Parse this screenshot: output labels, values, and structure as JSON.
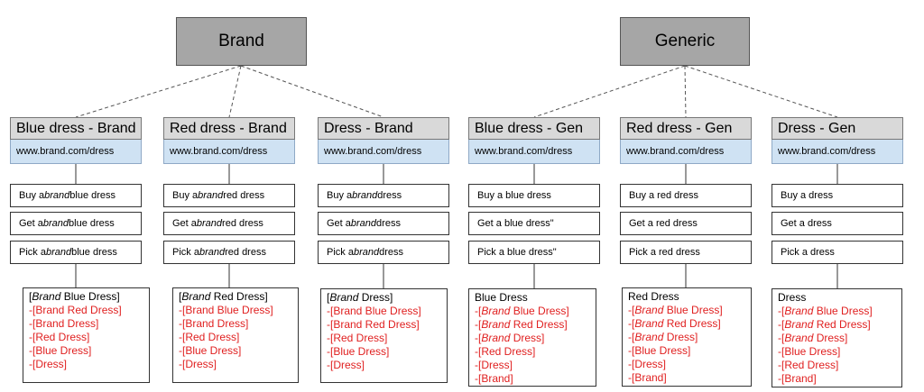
{
  "roots": [
    {
      "label": "Brand"
    },
    {
      "label": "Generic"
    }
  ],
  "columns": [
    {
      "title": "Blue dress - Brand",
      "url": "www.brand.com/dress",
      "ads": [
        [
          {
            "t": "Buy a "
          },
          {
            "t": "brand",
            "i": true
          },
          {
            "t": " blue dress"
          }
        ],
        [
          {
            "t": "Get a "
          },
          {
            "t": "brand",
            "i": true
          },
          {
            "t": " blue dress"
          }
        ],
        [
          {
            "t": "Pick a "
          },
          {
            "t": "brand",
            "i": true
          },
          {
            "t": " blue dress"
          }
        ]
      ],
      "keywords": [
        [
          {
            "t": "["
          },
          {
            "t": "Brand",
            "i": true
          },
          {
            "t": " Blue Dress]"
          }
        ],
        [
          {
            "t": "-[Brand Red Dress]",
            "neg": true
          }
        ],
        [
          {
            "t": "-[Brand Dress]",
            "neg": true
          }
        ],
        [
          {
            "t": "-[Red Dress]",
            "neg": true
          }
        ],
        [
          {
            "t": "-[Blue Dress]",
            "neg": true
          }
        ],
        [
          {
            "t": "-[Dress]",
            "neg": true
          }
        ]
      ]
    },
    {
      "title": "Red dress - Brand",
      "url": "www.brand.com/dress",
      "ads": [
        [
          {
            "t": "Buy a "
          },
          {
            "t": "brand",
            "i": true
          },
          {
            "t": " red dress"
          }
        ],
        [
          {
            "t": "Get a "
          },
          {
            "t": "brand",
            "i": true
          },
          {
            "t": " red dress"
          }
        ],
        [
          {
            "t": "Pick a "
          },
          {
            "t": "brand",
            "i": true
          },
          {
            "t": " red dress"
          }
        ]
      ],
      "keywords": [
        [
          {
            "t": "["
          },
          {
            "t": "Brand",
            "i": true
          },
          {
            "t": " Red Dress]"
          }
        ],
        [
          {
            "t": "-[Brand Blue Dress]",
            "neg": true
          }
        ],
        [
          {
            "t": "-[Brand Dress]",
            "neg": true
          }
        ],
        [
          {
            "t": "-[Red Dress]",
            "neg": true
          }
        ],
        [
          {
            "t": "-[Blue Dress]",
            "neg": true
          }
        ],
        [
          {
            "t": "-[Dress]",
            "neg": true
          }
        ]
      ]
    },
    {
      "title": "Dress - Brand",
      "url": "www.brand.com/dress",
      "ads": [
        [
          {
            "t": "Buy a "
          },
          {
            "t": "brand",
            "i": true
          },
          {
            "t": " dress"
          }
        ],
        [
          {
            "t": "Get a "
          },
          {
            "t": "brand",
            "i": true
          },
          {
            "t": " dress"
          }
        ],
        [
          {
            "t": "Pick a "
          },
          {
            "t": "brand",
            "i": true
          },
          {
            "t": " dress"
          }
        ]
      ],
      "keywords": [
        [
          {
            "t": "["
          },
          {
            "t": "Brand",
            "i": true
          },
          {
            "t": " Dress]"
          }
        ],
        [
          {
            "t": "-[Brand Blue Dress]",
            "neg": true
          }
        ],
        [
          {
            "t": "-[Brand Red Dress]",
            "neg": true
          }
        ],
        [
          {
            "t": "-[Red Dress]",
            "neg": true
          }
        ],
        [
          {
            "t": "-[Blue Dress]",
            "neg": true
          }
        ],
        [
          {
            "t": "-[Dress]",
            "neg": true
          }
        ]
      ]
    },
    {
      "title": "Blue dress - Gen",
      "url": "www.brand.com/dress",
      "ads": [
        [
          {
            "t": "Buy a blue dress"
          }
        ],
        [
          {
            "t": "Get a blue dress\""
          }
        ],
        [
          {
            "t": "Pick a blue dress\""
          }
        ]
      ],
      "keywords": [
        [
          {
            "t": "Blue Dress"
          }
        ],
        [
          {
            "t": "-[",
            "neg": true
          },
          {
            "t": "Brand",
            "i": true,
            "neg": true
          },
          {
            "t": " Blue Dress]",
            "neg": true
          }
        ],
        [
          {
            "t": "-[",
            "neg": true
          },
          {
            "t": "Brand",
            "i": true,
            "neg": true
          },
          {
            "t": " Red Dress]",
            "neg": true
          }
        ],
        [
          {
            "t": "-[",
            "neg": true
          },
          {
            "t": "Brand",
            "i": true,
            "neg": true
          },
          {
            "t": " Dress]",
            "neg": true
          }
        ],
        [
          {
            "t": "-[Red Dress]",
            "neg": true
          }
        ],
        [
          {
            "t": "-[Dress]",
            "neg": true
          }
        ],
        [
          {
            "t": "-[Brand]",
            "neg": true
          }
        ]
      ]
    },
    {
      "title": "Red dress - Gen",
      "url": "www.brand.com/dress",
      "ads": [
        [
          {
            "t": "Buy a red dress"
          }
        ],
        [
          {
            "t": "Get a red dress"
          }
        ],
        [
          {
            "t": "Pick a red dress"
          }
        ]
      ],
      "keywords": [
        [
          {
            "t": "Red Dress"
          }
        ],
        [
          {
            "t": "-[",
            "neg": true
          },
          {
            "t": "Brand",
            "i": true,
            "neg": true
          },
          {
            "t": " Blue Dress]",
            "neg": true
          }
        ],
        [
          {
            "t": "-[",
            "neg": true
          },
          {
            "t": "Brand",
            "i": true,
            "neg": true
          },
          {
            "t": " Red Dress]",
            "neg": true
          }
        ],
        [
          {
            "t": "-[",
            "neg": true
          },
          {
            "t": "Brand",
            "i": true,
            "neg": true
          },
          {
            "t": " Dress]",
            "neg": true
          }
        ],
        [
          {
            "t": "-[Blue Dress]",
            "neg": true
          }
        ],
        [
          {
            "t": "-[Dress]",
            "neg": true
          }
        ],
        [
          {
            "t": "-[Brand]",
            "neg": true
          }
        ]
      ]
    },
    {
      "title": "Dress - Gen",
      "url": "www.brand.com/dress",
      "ads": [
        [
          {
            "t": "Buy a dress"
          }
        ],
        [
          {
            "t": "Get a dress"
          }
        ],
        [
          {
            "t": "Pick a dress"
          }
        ]
      ],
      "keywords": [
        [
          {
            "t": "Dress"
          }
        ],
        [
          {
            "t": "-[",
            "neg": true
          },
          {
            "t": "Brand",
            "i": true,
            "neg": true
          },
          {
            "t": " Blue Dress]",
            "neg": true
          }
        ],
        [
          {
            "t": "-[",
            "neg": true
          },
          {
            "t": "Brand",
            "i": true,
            "neg": true
          },
          {
            "t": " Red Dress]",
            "neg": true
          }
        ],
        [
          {
            "t": "-[",
            "neg": true
          },
          {
            "t": "Brand",
            "i": true,
            "neg": true
          },
          {
            "t": " Dress]",
            "neg": true
          }
        ],
        [
          {
            "t": "-[Blue Dress]",
            "neg": true
          }
        ],
        [
          {
            "t": "-[Red Dress]",
            "neg": true
          }
        ],
        [
          {
            "t": "-[Brand]",
            "neg": true
          }
        ]
      ]
    }
  ],
  "colors": {
    "root_fill": "#a6a6a6",
    "title_fill": "#d9d9d9",
    "url_fill": "#cfe2f3",
    "negative_keyword": "#e02020"
  }
}
